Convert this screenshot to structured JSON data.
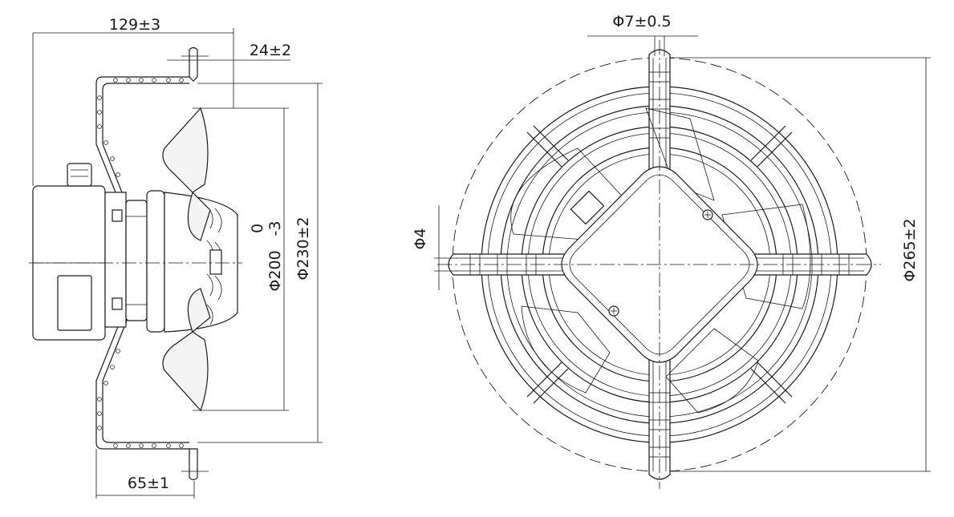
{
  "side_view": {
    "dim_overall_depth": "129±3",
    "dim_mount_offset": "24±2",
    "dim_bracket_depth": "65±1",
    "dim_impeller_tol_upper": "0",
    "dim_impeller_tol_lower": "-3",
    "dim_impeller_diameter": "Φ200",
    "dim_guard_diameter": "Φ230±2"
  },
  "front_view": {
    "dim_hole_diameter": "Φ7±0.5",
    "dim_wire_diameter": "Φ4",
    "dim_mount_circle": "Φ265±2"
  }
}
